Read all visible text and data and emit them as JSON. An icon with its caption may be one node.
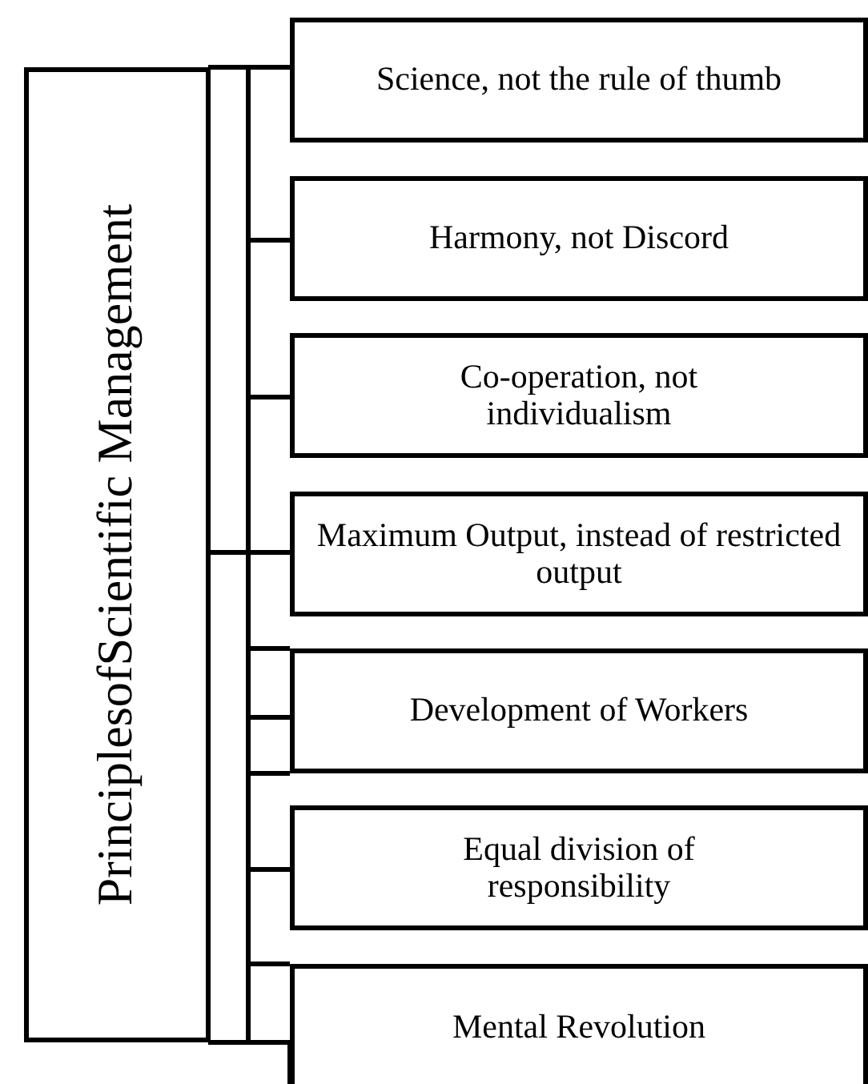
{
  "diagram": {
    "nodes": [
      {
        "text": [
          "PrinciplesofScientific Management"
        ]
      },
      {
        "text": [
          "Science, not the rule of thumb"
        ]
      },
      {
        "text": [
          "Harmony, not Discord"
        ]
      },
      {
        "text": [
          "Co-operation, not individualism"
        ]
      },
      {
        "text": [
          "Maximum Output, instead of restricted output"
        ]
      },
      {
        "text": [
          "Development of  Workers"
        ]
      },
      {
        "text": [
          "Equal division of responsibility"
        ]
      },
      {
        "text": [
          "Mental Revolution"
        ]
      }
    ],
    "edges": [
      {
        "from": 0,
        "to": 1,
        "arrow": "none"
      },
      {
        "from": 0,
        "to": 2,
        "arrow": "none"
      },
      {
        "from": 0,
        "to": 3,
        "arrow": "none"
      },
      {
        "from": 0,
        "to": 4,
        "arrow": "none"
      },
      {
        "from": 0,
        "to": 5,
        "arrow": "none"
      },
      {
        "from": 0,
        "to": 6,
        "arrow": "none"
      },
      {
        "from": 0,
        "to": 7,
        "arrow": "none"
      }
    ]
  }
}
